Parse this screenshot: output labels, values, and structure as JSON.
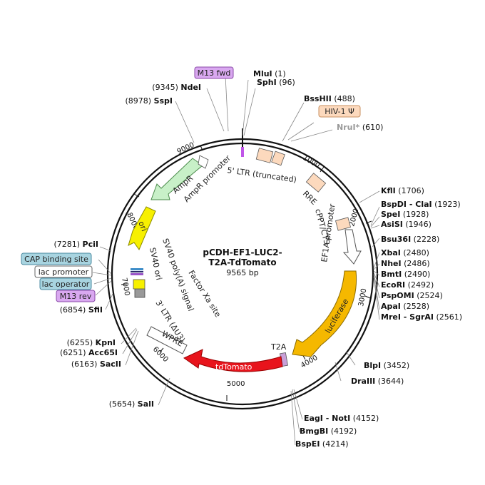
{
  "title_line1": "pCDH-EF1-LUC2-",
  "title_line2": "T2A-TdTomato",
  "size": "9565 bp",
  "ticks": [
    "1000",
    "2000",
    "3000",
    "4000",
    "5000",
    "6000",
    "7000",
    "8000",
    "9000"
  ],
  "sites": {
    "mlui": {
      "name": "MluI",
      "pos": "(1)"
    },
    "sphi": {
      "name": "SphI",
      "pos": "(96)"
    },
    "bsshii": {
      "name": "BssHII",
      "pos": "(488)"
    },
    "nrui": {
      "name": "NruI*",
      "pos": "(610)"
    },
    "kfli": {
      "name": "KflI",
      "pos": "(1706)"
    },
    "bspdi": {
      "name": "BspDI - ClaI",
      "pos": "(1923)"
    },
    "spei": {
      "name": "SpeI",
      "pos": "(1928)"
    },
    "asisi": {
      "name": "AsiSI",
      "pos": "(1946)"
    },
    "bsu36i": {
      "name": "Bsu36I",
      "pos": "(2228)"
    },
    "xbai": {
      "name": "XbaI",
      "pos": "(2480)"
    },
    "nhei": {
      "name": "NheI",
      "pos": "(2486)"
    },
    "bmti": {
      "name": "BmtI",
      "pos": "(2490)"
    },
    "ecori": {
      "name": "EcoRI",
      "pos": "(2492)"
    },
    "pspomi": {
      "name": "PspOMI",
      "pos": "(2524)"
    },
    "apai": {
      "name": "ApaI",
      "pos": "(2528)"
    },
    "mrei": {
      "name": "MreI - SgrAI",
      "pos": "(2561)"
    },
    "blpi": {
      "name": "BlpI",
      "pos": "(3452)"
    },
    "draiii": {
      "name": "DraIII",
      "pos": "(3644)"
    },
    "eagi": {
      "name": "EagI - NotI",
      "pos": "(4152)"
    },
    "bmgbi": {
      "name": "BmgBI",
      "pos": "(4192)"
    },
    "bspei": {
      "name": "BspEI",
      "pos": "(4214)"
    },
    "sali": {
      "name": "SalI",
      "pos": "(5654)"
    },
    "sacii": {
      "name": "SacII",
      "pos": "(6163)"
    },
    "acc65i": {
      "name": "Acc65I",
      "pos": "(6251)"
    },
    "kpni": {
      "name": "KpnI",
      "pos": "(6255)"
    },
    "sfii": {
      "name": "SfiI",
      "pos": "(6854)"
    },
    "pcii": {
      "name": "PciI",
      "pos": "(7281)"
    },
    "sspi": {
      "name": "SspI",
      "pos": "(8978)"
    },
    "ndei": {
      "name": "NdeI",
      "pos": "(9345)"
    }
  },
  "boxes": {
    "m13fwd": "M13 fwd",
    "hiv1": "HIV-1 Ψ",
    "cap": "CAP binding site",
    "lacprom": "lac promoter",
    "lacop": "lac operator",
    "m13rev": "M13 rev"
  },
  "features": {
    "ltr5": "5' LTR (truncated)",
    "rre": "RRE",
    "cppt": "cPPT/CTS",
    "ef1a": "EF1A promoter",
    "luciferase": "luciferase",
    "t2a": "T2A",
    "tdtomato": "tdTomato",
    "wpre": "WPRE",
    "ltr3": "3' LTR (ΔU3)",
    "sv40polya": "SV40 poly(A) signal",
    "sv40ori": "SV40 ori",
    "factorxa": "Factor Xa site",
    "ori": "ori",
    "ampr": "AmpR",
    "amprprom": "AmpR promoter"
  },
  "colors": {
    "luciferase": "#f5b800",
    "tdtomato": "#e8141c",
    "ori": "#f7f000",
    "ampr": "#c8f0c8",
    "ltr": "#fcd9bd",
    "m13": "#d9a8f0",
    "lac": "#a8d4e0",
    "hiv": "#fcd9bd"
  }
}
